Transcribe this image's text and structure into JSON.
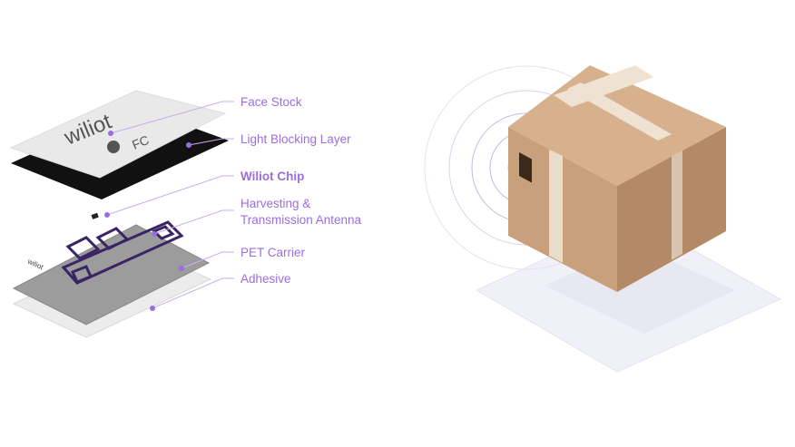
{
  "labels": {
    "face_stock": "Face Stock",
    "light_blocking": "Light Blocking Layer",
    "chip": "Wiliot Chip",
    "antenna_line1": "Harvesting &",
    "antenna_line2": "Transmission Antenna",
    "pet": "PET Carrier",
    "adhesive": "Adhesive"
  },
  "tag_logo": "wiliot",
  "colors": {
    "accent": "#9a6ee0",
    "antenna": "#3b2466",
    "box": "#c9a27e"
  }
}
